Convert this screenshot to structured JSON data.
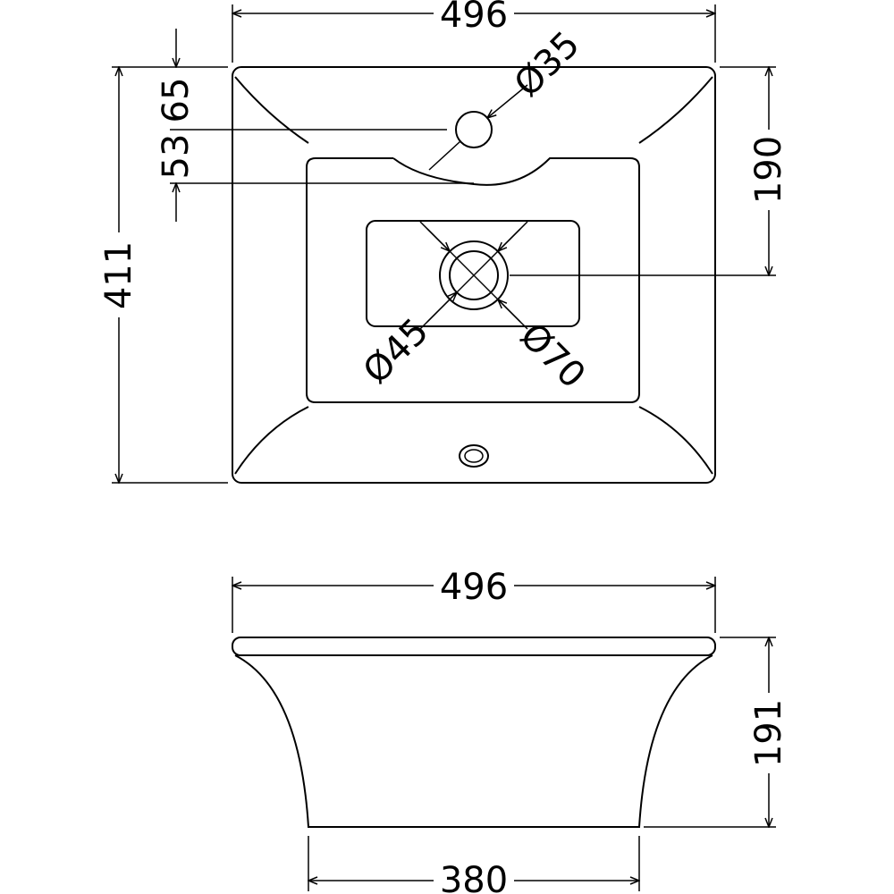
{
  "plan_view": {
    "overall_width": "496",
    "overall_depth": "411",
    "tap_hole_offset": "65",
    "tap_to_bowl": "53",
    "waste_offset": "190",
    "tap_hole_diameter": "Ø35",
    "waste_inner_diameter": "Ø45",
    "waste_outer_diameter": "Ø70"
  },
  "side_view": {
    "overall_width": "496",
    "height": "191",
    "base_width": "380"
  }
}
